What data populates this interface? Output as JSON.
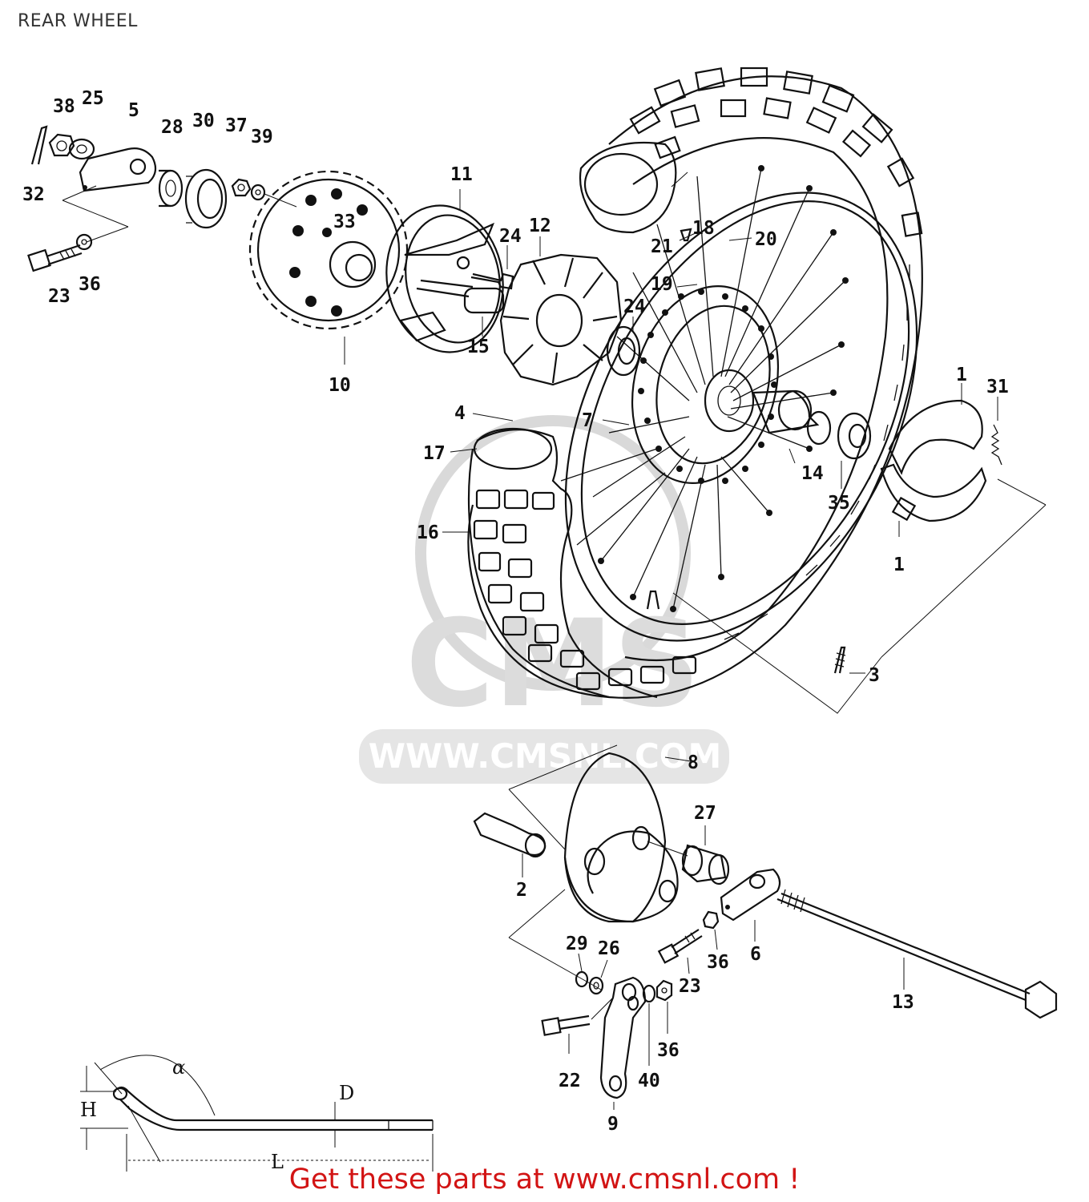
{
  "title": "REAR WHEEL",
  "footer": "Get these parts at www.cmsnl.com !",
  "watermark": "WWW.CMSNL.COM",
  "watermark_logo": "CMS",
  "colors": {
    "footer_text": "#d21414",
    "line_art": "#111111",
    "watermark": "#dcdcdc"
  },
  "callouts": [
    {
      "id": "c38",
      "label": "38"
    },
    {
      "id": "c25",
      "label": "25"
    },
    {
      "id": "c5",
      "label": "5"
    },
    {
      "id": "c28",
      "label": "28"
    },
    {
      "id": "c30",
      "label": "30"
    },
    {
      "id": "c37",
      "label": "37"
    },
    {
      "id": "c39",
      "label": "39"
    },
    {
      "id": "c32",
      "label": "32"
    },
    {
      "id": "c23a",
      "label": "23"
    },
    {
      "id": "c36a",
      "label": "36"
    },
    {
      "id": "c33",
      "label": "33"
    },
    {
      "id": "c10",
      "label": "10"
    },
    {
      "id": "c11",
      "label": "11"
    },
    {
      "id": "c24a",
      "label": "24"
    },
    {
      "id": "c15",
      "label": "15"
    },
    {
      "id": "c12",
      "label": "12"
    },
    {
      "id": "c24b",
      "label": "24"
    },
    {
      "id": "c18",
      "label": "18"
    },
    {
      "id": "c21",
      "label": "21"
    },
    {
      "id": "c20",
      "label": "20"
    },
    {
      "id": "c19",
      "label": "19"
    },
    {
      "id": "c7",
      "label": "7"
    },
    {
      "id": "c4",
      "label": "4"
    },
    {
      "id": "c17",
      "label": "17"
    },
    {
      "id": "c16",
      "label": "16"
    },
    {
      "id": "c14",
      "label": "14"
    },
    {
      "id": "c35",
      "label": "35"
    },
    {
      "id": "c1a",
      "label": "1"
    },
    {
      "id": "c31",
      "label": "31"
    },
    {
      "id": "c1b",
      "label": "1"
    },
    {
      "id": "c3",
      "label": "3"
    },
    {
      "id": "c8",
      "label": "8"
    },
    {
      "id": "c27",
      "label": "27"
    },
    {
      "id": "c2",
      "label": "2"
    },
    {
      "id": "c6",
      "label": "6"
    },
    {
      "id": "c29",
      "label": "29"
    },
    {
      "id": "c26",
      "label": "26"
    },
    {
      "id": "c36b",
      "label": "36"
    },
    {
      "id": "c23b",
      "label": "23"
    },
    {
      "id": "c13",
      "label": "13"
    },
    {
      "id": "c36c",
      "label": "36"
    },
    {
      "id": "c22",
      "label": "22"
    },
    {
      "id": "c40",
      "label": "40"
    },
    {
      "id": "c9",
      "label": "9"
    }
  ],
  "dimension_labels": {
    "alpha": "α",
    "H": "H",
    "D": "D",
    "L": "L"
  }
}
